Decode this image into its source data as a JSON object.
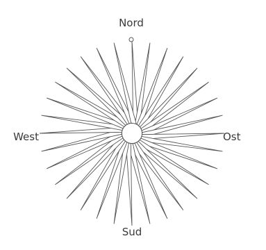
{
  "compass": {
    "labels": {
      "north": "Nord",
      "east": "Ost",
      "south": "Sud",
      "west": "West"
    },
    "ray_count": 32,
    "stroke_color": "#555555",
    "fill_color": "#ffffff"
  }
}
